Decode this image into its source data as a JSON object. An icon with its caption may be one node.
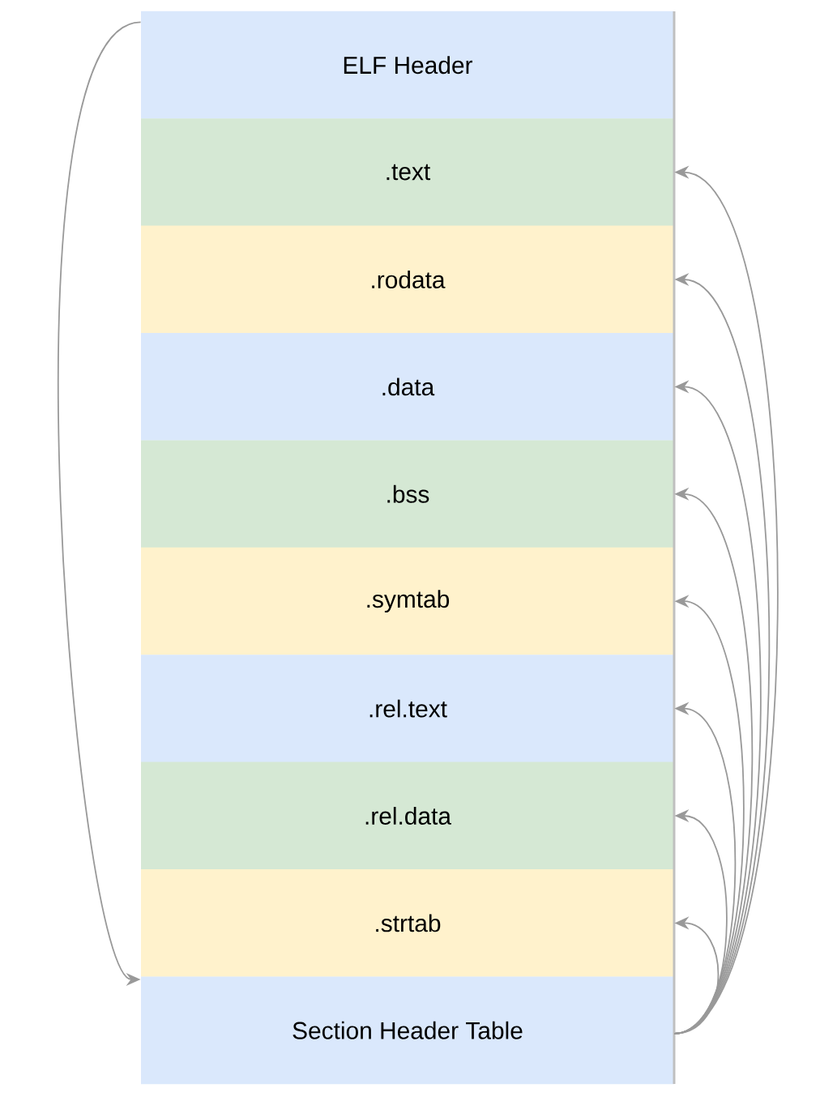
{
  "diagram": {
    "nodes": [
      {
        "text": [
          "ELF Header"
        ]
      },
      {
        "text": [
          ".text"
        ]
      },
      {
        "text": [
          ".rodata"
        ]
      },
      {
        "text": [
          ".data"
        ]
      },
      {
        "text": [
          ".bss"
        ]
      },
      {
        "text": [
          ".symtab"
        ]
      },
      {
        "text": [
          ".rel.text"
        ]
      },
      {
        "text": [
          ".rel.data"
        ]
      },
      {
        "text": [
          ".strtab"
        ]
      },
      {
        "text": [
          "Section Header Table"
        ]
      }
    ],
    "edges": [
      {
        "from": 0,
        "to": 9,
        "arrow": "to"
      },
      {
        "from": 9,
        "to": 1,
        "arrow": "to"
      },
      {
        "from": 9,
        "to": 2,
        "arrow": "to"
      },
      {
        "from": 9,
        "to": 3,
        "arrow": "to"
      },
      {
        "from": 9,
        "to": 4,
        "arrow": "to"
      },
      {
        "from": 9,
        "to": 5,
        "arrow": "to"
      },
      {
        "from": 9,
        "to": 6,
        "arrow": "to"
      },
      {
        "from": 9,
        "to": 7,
        "arrow": "to"
      },
      {
        "from": 9,
        "to": 8,
        "arrow": "to"
      }
    ]
  }
}
